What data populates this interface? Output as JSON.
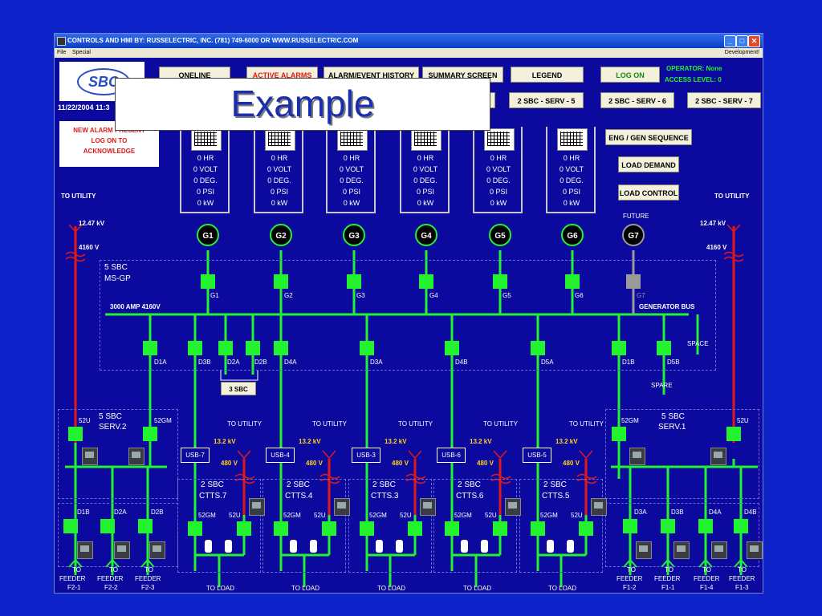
{
  "window": {
    "title": "CONTROLS AND HMI BY: RUSSELECTRIC, INC. (781) 749-6000 OR WWW.RUSSELECTRIC.COM",
    "menu": [
      "File",
      "Special"
    ],
    "menu_right": "Development!"
  },
  "logo_text": "SBC",
  "datetime": "11/22/2004 11:3",
  "nav": {
    "oneline": "ONELINE",
    "active_alarms": "ACTIVE ALARMS",
    "alarm_history": "ALARM/EVENT HISTORY",
    "summary": "SUMMARY SCREEN",
    "legend": "LEGEND",
    "log_on": "LOG ON",
    "serv5": "2 SBC - SERV - 5",
    "serv6": "2 SBC - SERV - 6",
    "serv7": "2 SBC - SERV - 7"
  },
  "operator": {
    "line1": "OPERATOR: None",
    "line2": "ACCESS LEVEL: 0"
  },
  "alarm_box": {
    "line1": "NEW ALARM PRESENT",
    "line2": "LOG ON TO",
    "line3": "ACKNOWLEDGE"
  },
  "overlay_label": "Example",
  "side_buttons": {
    "eng_gen": "ENG / GEN SEQUENCE",
    "load_demand": "LOAD DEMAND",
    "load_control": "LOAD CONTROL"
  },
  "generators": [
    {
      "name": "G1",
      "readings": [
        "0 HR",
        "0 VOLT",
        "0 DEG.",
        "0 PSI",
        "0 kW"
      ]
    },
    {
      "name": "G2",
      "readings": [
        "0 HR",
        "0 VOLT",
        "0 DEG.",
        "0 PSI",
        "0 kW"
      ]
    },
    {
      "name": "G3",
      "readings": [
        "0 HR",
        "0 VOLT",
        "0 DEG.",
        "0 PSI",
        "0 kW"
      ]
    },
    {
      "name": "G4",
      "readings": [
        "0 HR",
        "0 VOLT",
        "0 DEG.",
        "0 PSI",
        "0 kW"
      ]
    },
    {
      "name": "G5",
      "readings": [
        "0 HR",
        "0 VOLT",
        "0 DEG.",
        "0 PSI",
        "0 kW"
      ]
    },
    {
      "name": "G6",
      "readings": [
        "0 HR",
        "0 VOLT",
        "0 DEG.",
        "0 PSI",
        "0 kW"
      ]
    }
  ],
  "g7": {
    "name": "G7",
    "future": "FUTURE"
  },
  "labels": {
    "to_utility": "TO UTILITY",
    "kv_1247": "12.47 kV",
    "v_4160": "4160 V",
    "ms_gp_1": "5 SBC",
    "ms_gp_2": "MS-GP",
    "bus_main": "3000 AMP 4160V",
    "generator_bus": "GENERATOR BUS",
    "space": "SPACE",
    "spare": "SPARE",
    "sbc3": "3 SBC",
    "serv2_1": "5 SBC",
    "serv2_2": "SERV.2",
    "serv1_1": "5 SBC",
    "serv1_2": "SERV.1",
    "u52": "52U",
    "gm52": "52GM",
    "kv_132": "13.2 kV",
    "v_480": "480 V",
    "to_load": "TO LOAD",
    "to": "TO",
    "feeder": "FEEDER",
    "sbc2": "2 SBC"
  },
  "breakers_top": [
    "G1",
    "G2",
    "G3",
    "G4",
    "G5",
    "G6",
    "G7"
  ],
  "feeders_main": [
    "D1A",
    "D3B",
    "D2A",
    "D2B",
    "D4A",
    "D3A",
    "D4B",
    "D5A",
    "D1B",
    "D5B"
  ],
  "serv2_feeders": [
    {
      "id": "D1B",
      "out": "F2-1"
    },
    {
      "id": "D2A",
      "out": "F2-2"
    },
    {
      "id": "D2B",
      "out": "F2-3"
    }
  ],
  "serv1_feeders": [
    {
      "id": "D3A",
      "out": "F1-2"
    },
    {
      "id": "D3B",
      "out": "F1-1"
    },
    {
      "id": "D4A",
      "out": "F1-4"
    },
    {
      "id": "D4B",
      "out": "F1-3"
    }
  ],
  "ctts": [
    {
      "usb": "USB-7",
      "name": "CTTS.7"
    },
    {
      "usb": "USB-4",
      "name": "CTTS.4"
    },
    {
      "usb": "USB-3",
      "name": "CTTS.3"
    },
    {
      "usb": "USB-6",
      "name": "CTTS.6"
    },
    {
      "usb": "USB-5",
      "name": "CTTS.5"
    }
  ]
}
